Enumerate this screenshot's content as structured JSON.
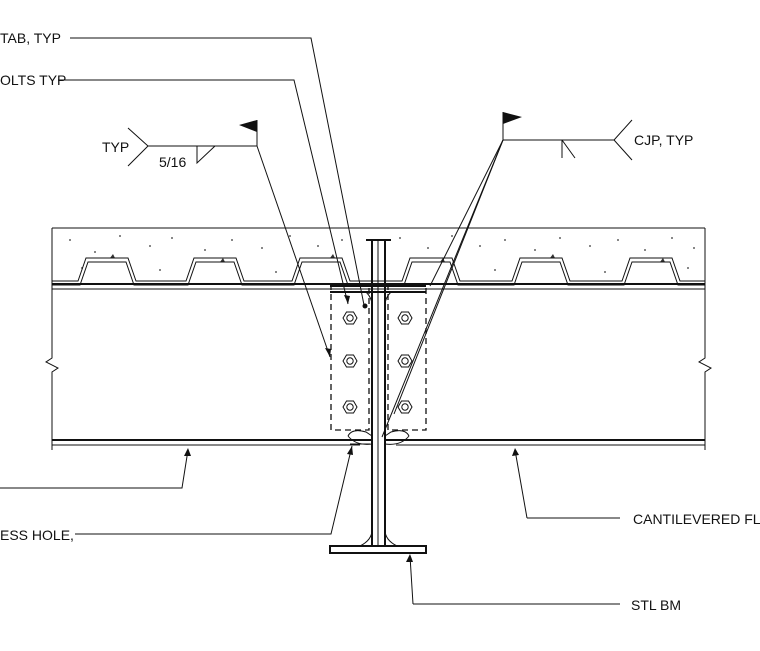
{
  "callouts": {
    "shear_tab": "TAB, TYP",
    "bolts": "OLTS TYP",
    "weld_left_typ": "TYP",
    "weld_size": "5/16",
    "weld_right": "CJP, TYP",
    "access_hole": "ESS HOLE,",
    "cantilevered_flr": "CANTILEVERED FLR",
    "stl_bm": "STL BM"
  }
}
